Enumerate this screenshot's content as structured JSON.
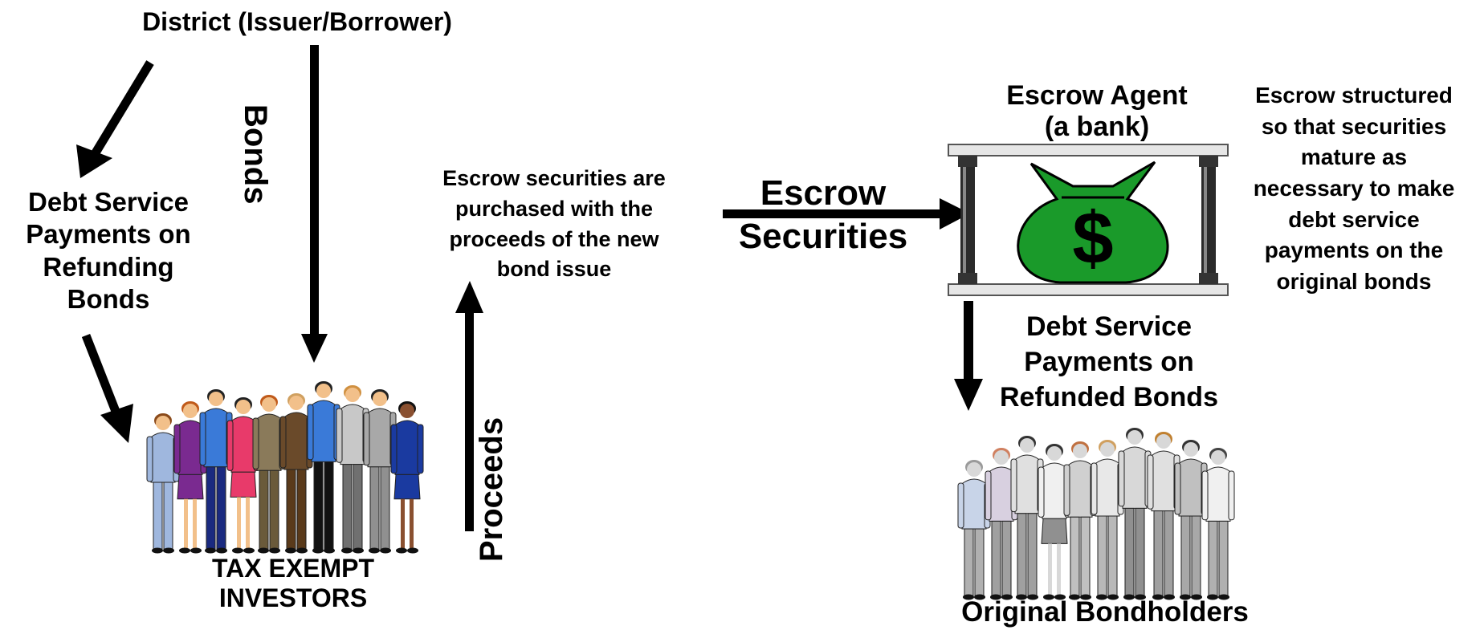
{
  "district": "District (Issuer/Borrower)",
  "bonds": "Bonds",
  "debt_service_refunding": [
    "Debt Service",
    "Payments on",
    "Refunding",
    "Bonds"
  ],
  "tax_exempt_investors": [
    "TAX EXEMPT",
    "INVESTORS"
  ],
  "proceeds": "Proceeds",
  "escrow_purchase_note": [
    "Escrow securities are",
    "purchased with the",
    "proceeds of the new",
    "bond issue"
  ],
  "escrow_securities": [
    "Escrow",
    "Securities"
  ],
  "escrow_agent": [
    "Escrow Agent",
    "(a bank)"
  ],
  "escrow_structure_note": [
    "Escrow structured",
    "so that securities",
    "mature as",
    "necessary to make",
    "debt service",
    "payments on the",
    "original bonds"
  ],
  "debt_service_refunded": [
    "Debt Service",
    "Payments on",
    "Refunded Bonds"
  ],
  "original_bondholders": "Original Bondholders",
  "money_bag_symbol": "$",
  "colors": {
    "money_bag": "#1a9a2a",
    "arrow": "#000000",
    "pillar": "#2a2a2a"
  },
  "icons": [
    "money-bag-icon",
    "bank-building-icon",
    "people-crowd-icon"
  ]
}
